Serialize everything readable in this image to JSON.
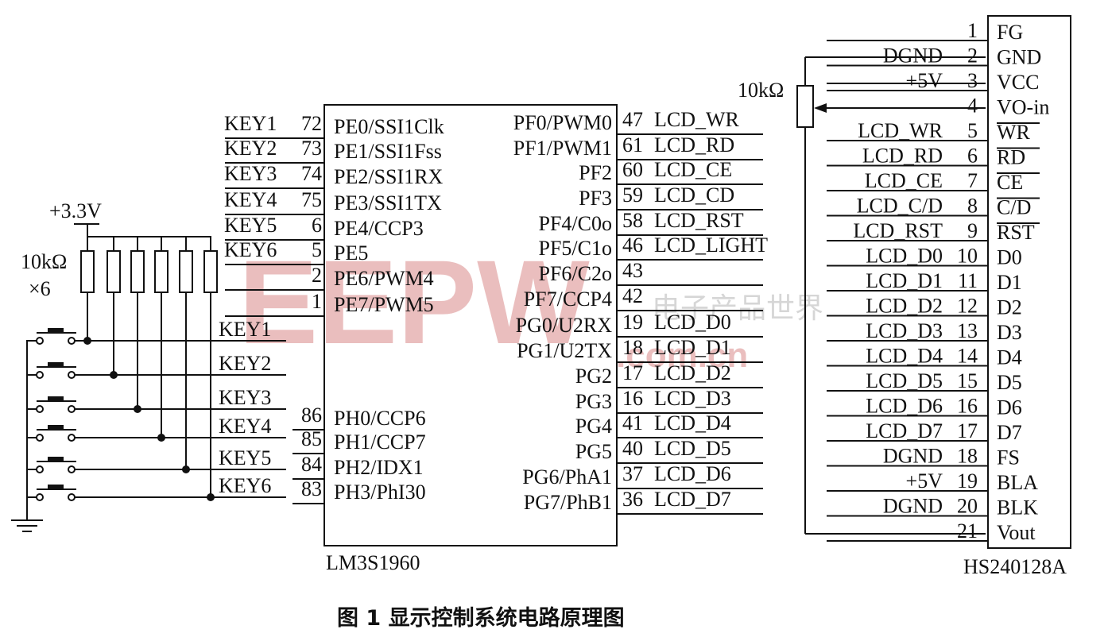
{
  "mcu": {
    "name": "LM3S1960",
    "left_pins": [
      {
        "num": "72",
        "label": "PE0/SSI1Clk",
        "net": "KEY1"
      },
      {
        "num": "73",
        "label": "PE1/SSI1Fss",
        "net": "KEY2"
      },
      {
        "num": "74",
        "label": "PE2/SSI1RX",
        "net": "KEY3"
      },
      {
        "num": "75",
        "label": "PE3/SSI1TX",
        "net": "KEY4"
      },
      {
        "num": "6",
        "label": "PE4/CCP3",
        "net": "KEY5"
      },
      {
        "num": "5",
        "label": "PE5",
        "net": "KEY6"
      },
      {
        "num": "2",
        "label": "PE6/PWM4",
        "net": ""
      },
      {
        "num": "1",
        "label": "PE7/PWM5",
        "net": ""
      }
    ],
    "left_pins_h": [
      {
        "num": "86",
        "label": "PH0/CCP6"
      },
      {
        "num": "85",
        "label": "PH1/CCP7"
      },
      {
        "num": "84",
        "label": "PH2/IDX1"
      },
      {
        "num": "83",
        "label": "PH3/PhI30"
      }
    ],
    "right_pins": [
      {
        "num": "47",
        "label": "PF0/PWM0",
        "net": "LCD_WR"
      },
      {
        "num": "61",
        "label": "PF1/PWM1",
        "net": "LCD_RD"
      },
      {
        "num": "60",
        "label": "PF2",
        "net": "LCD_CE"
      },
      {
        "num": "59",
        "label": "PF3",
        "net": "LCD_CD"
      },
      {
        "num": "58",
        "label": "PF4/C0o",
        "net": "LCD_RST"
      },
      {
        "num": "46",
        "label": "PF5/C1o",
        "net": "LCD_LIGHT"
      },
      {
        "num": "43",
        "label": "PF6/C2o",
        "net": ""
      },
      {
        "num": "42",
        "label": "PF7/CCP4",
        "net": ""
      },
      {
        "num": "19",
        "label": "PG0/U2RX",
        "net": "LCD_D0"
      },
      {
        "num": "18",
        "label": "PG1/U2TX",
        "net": "LCD_D1"
      },
      {
        "num": "17",
        "label": "PG2",
        "net": "LCD_D2"
      },
      {
        "num": "16",
        "label": "PG3",
        "net": "LCD_D3"
      },
      {
        "num": "41",
        "label": "PG4",
        "net": "LCD_D4"
      },
      {
        "num": "40",
        "label": "PG5",
        "net": "LCD_D5"
      },
      {
        "num": "37",
        "label": "PG6/PhA1",
        "net": "LCD_D6"
      },
      {
        "num": "36",
        "label": "PG7/PhB1",
        "net": "LCD_D7"
      }
    ]
  },
  "keys": {
    "supply": "+3.3V",
    "resistor": "10kΩ",
    "resistor_count": "×6",
    "labels": [
      "KEY1",
      "KEY2",
      "KEY3",
      "KEY4",
      "KEY5",
      "KEY6"
    ]
  },
  "lcd": {
    "name": "HS240128A",
    "pot_label": "10kΩ",
    "pins": [
      {
        "num": "1",
        "name": "FG",
        "net": ""
      },
      {
        "num": "2",
        "name": "GND",
        "net": "DGND"
      },
      {
        "num": "3",
        "name": "VCC",
        "net": "+5V"
      },
      {
        "num": "4",
        "name": "VO-in",
        "net": ""
      },
      {
        "num": "5",
        "name": "WR",
        "net": "LCD_WR"
      },
      {
        "num": "6",
        "name": "RD",
        "net": "LCD_RD"
      },
      {
        "num": "7",
        "name": "CE",
        "net": "LCD_CE"
      },
      {
        "num": "8",
        "name": "C/D",
        "net": "LCD_C/D"
      },
      {
        "num": "9",
        "name": "RST",
        "net": "LCD_RST"
      },
      {
        "num": "10",
        "name": "D0",
        "net": "LCD_D0"
      },
      {
        "num": "11",
        "name": "D1",
        "net": "LCD_D1"
      },
      {
        "num": "12",
        "name": "D2",
        "net": "LCD_D2"
      },
      {
        "num": "13",
        "name": "D3",
        "net": "LCD_D3"
      },
      {
        "num": "14",
        "name": "D4",
        "net": "LCD_D4"
      },
      {
        "num": "15",
        "name": "D5",
        "net": "LCD_D5"
      },
      {
        "num": "16",
        "name": "D6",
        "net": "LCD_D6"
      },
      {
        "num": "17",
        "name": "D7",
        "net": "LCD_D7"
      },
      {
        "num": "18",
        "name": "FS",
        "net": "DGND"
      },
      {
        "num": "19",
        "name": "BLA",
        "net": "+5V"
      },
      {
        "num": "20",
        "name": "BLK",
        "net": "DGND"
      },
      {
        "num": "21",
        "name": "Vout",
        "net": ""
      }
    ]
  },
  "caption": "图 1    显示控制系统电路原理图",
  "watermark": {
    "logo": "EEPW",
    "site": ".com.cn",
    "cn": "电子产品世界"
  }
}
